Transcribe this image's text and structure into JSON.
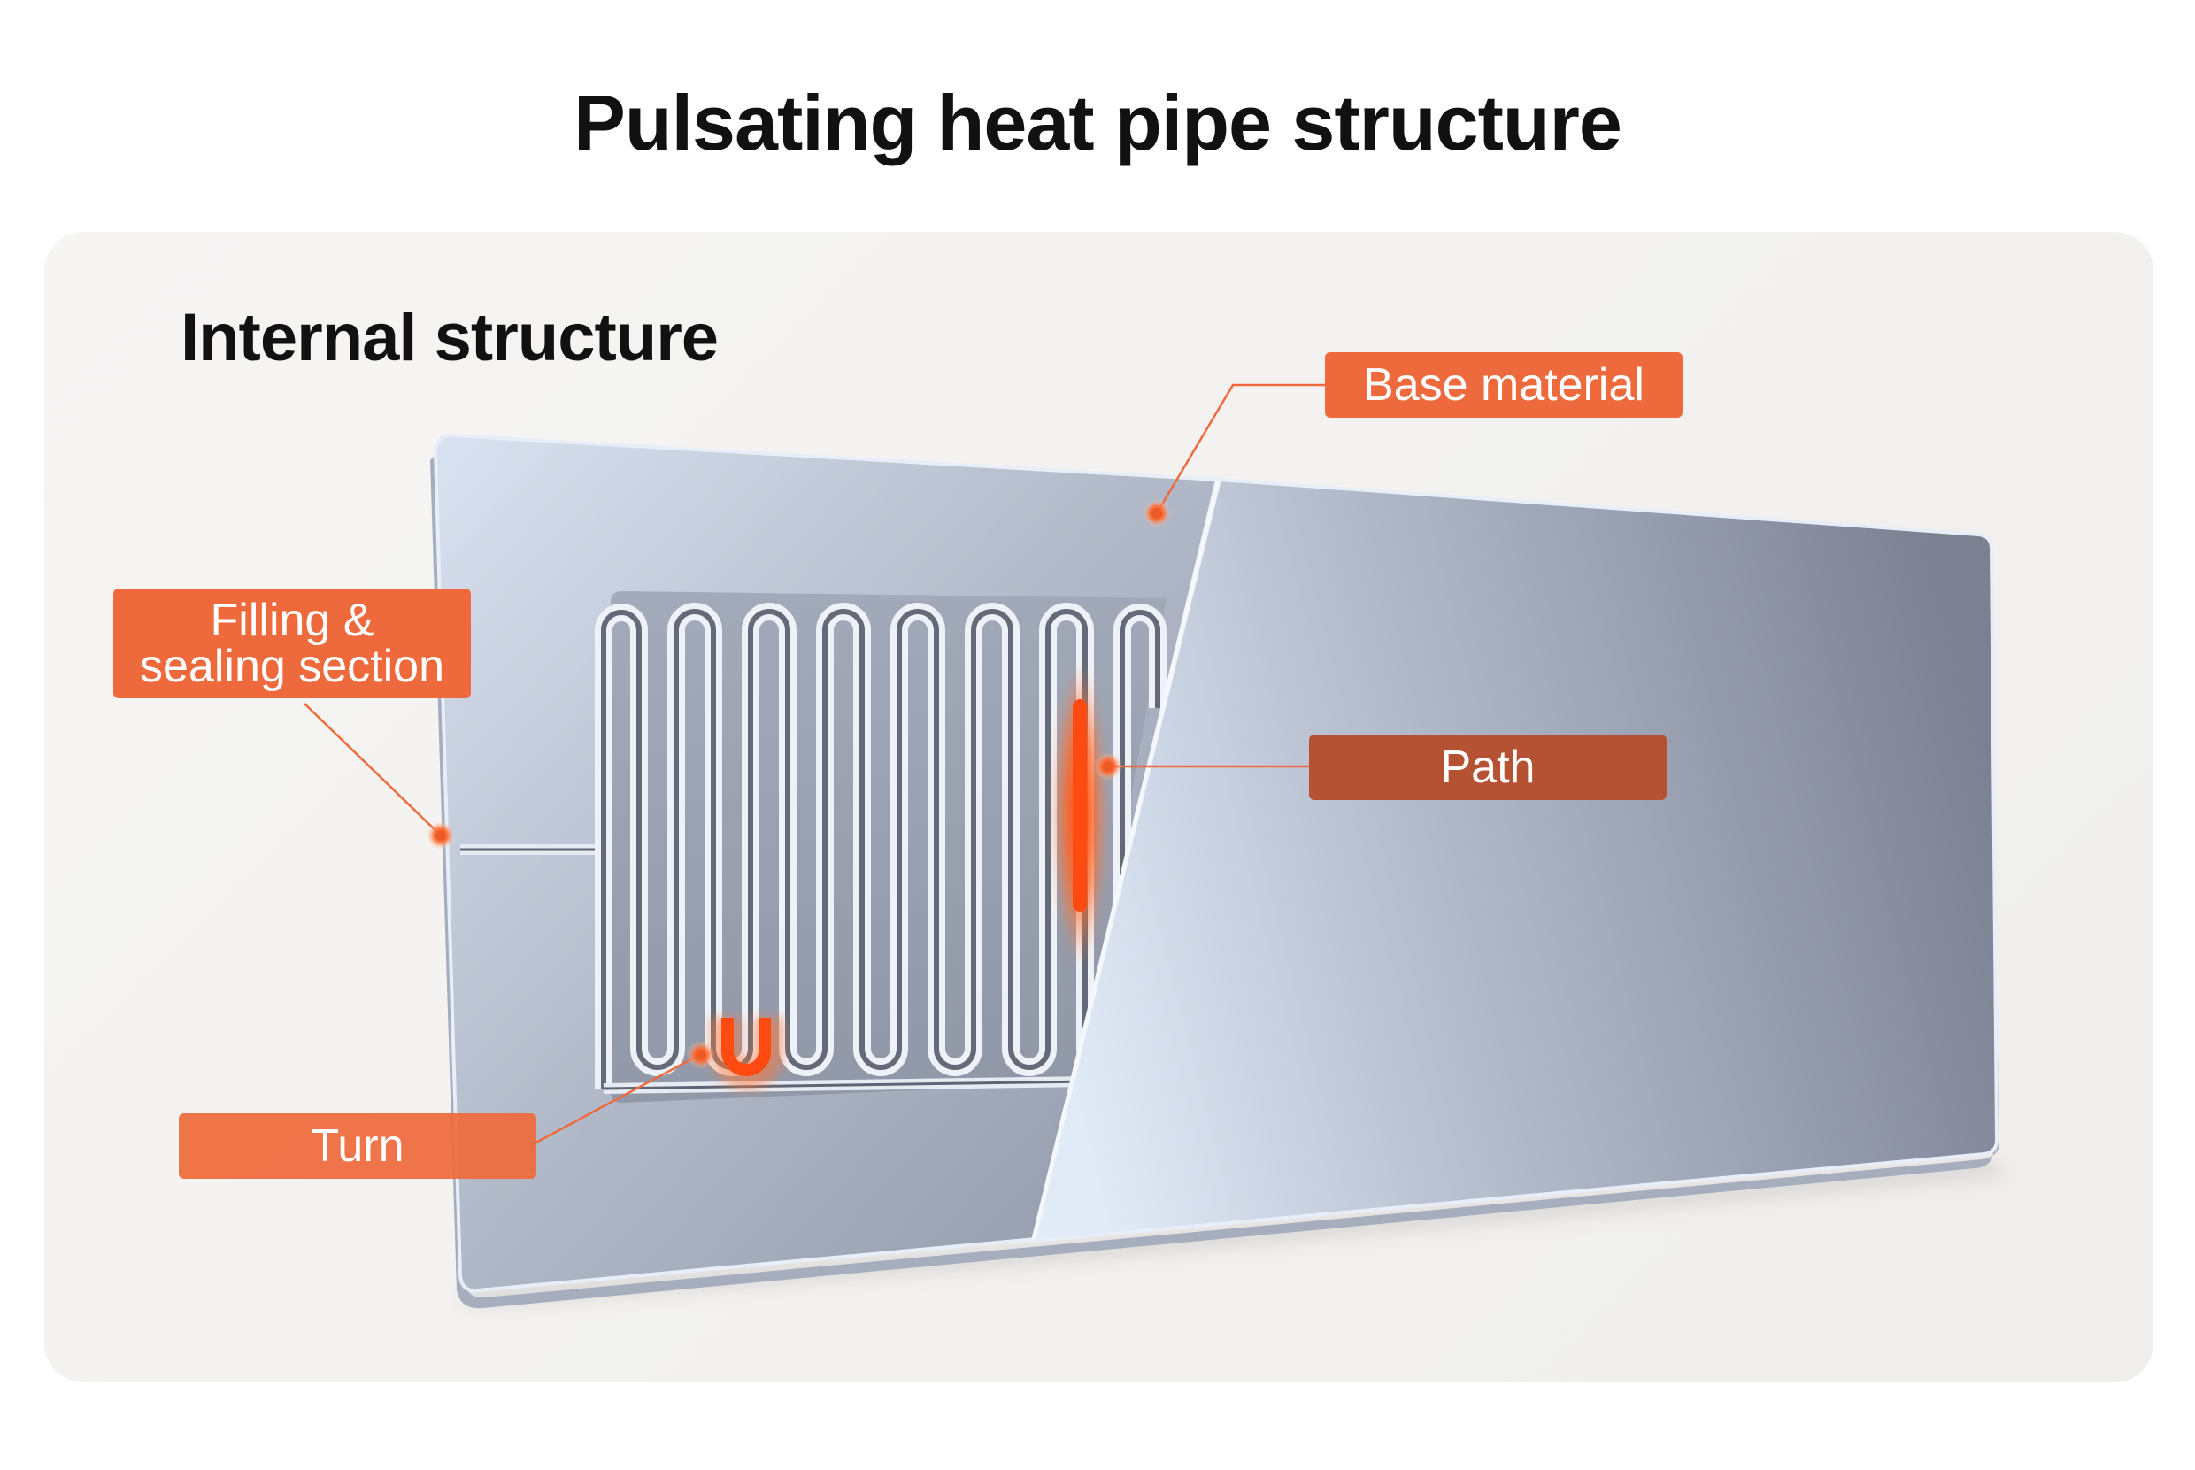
{
  "title": "Pulsating heat pipe structure",
  "panel": {
    "heading": "Internal structure"
  },
  "labels": {
    "base_material": "Base material",
    "filling_line1": "Filling &",
    "filling_line2": "sealing section",
    "path": "Path",
    "turn": "Turn"
  },
  "colors": {
    "accent": "#ee6a3c",
    "path_label": "#b65234",
    "glow": "#ff5a1a",
    "plate_light": "#dbe5f3",
    "plate_dark": "#7e8394"
  },
  "icons": {
    "callout_marker": "orange-dot-icon"
  }
}
